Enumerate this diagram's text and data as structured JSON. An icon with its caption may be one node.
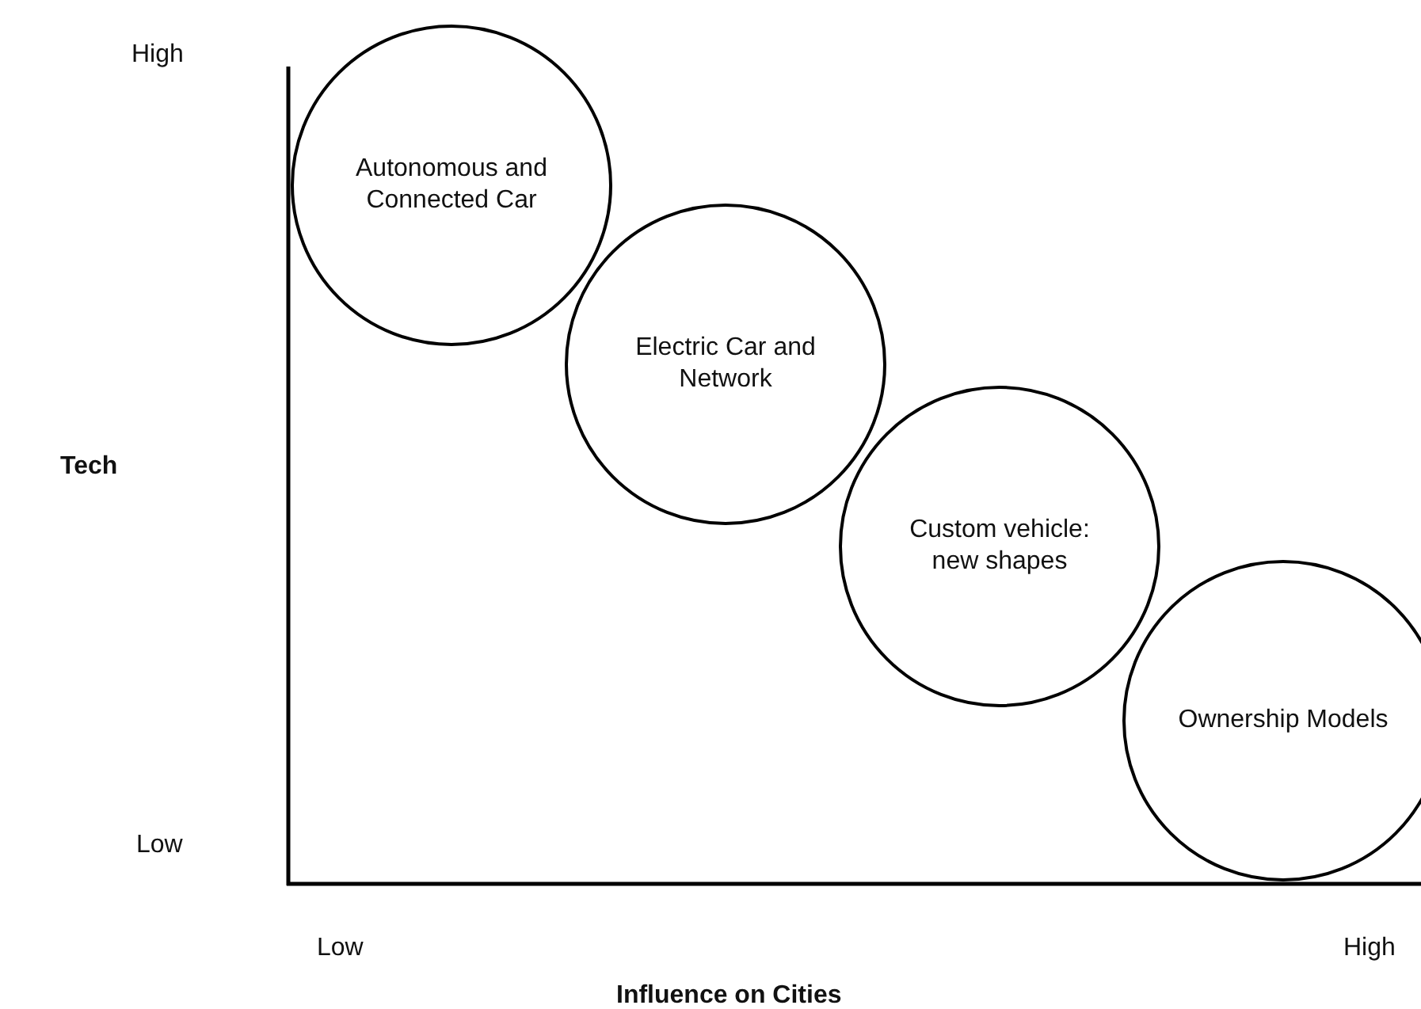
{
  "diagram": {
    "nodes": [
      {
        "text": [
          "Autonomous and Connected Car"
        ]
      },
      {
        "text": [
          "Electric Car and Network"
        ]
      },
      {
        "text": [
          "Custom vehicle: new shapes"
        ]
      },
      {
        "text": [
          "Ownership Models"
        ]
      }
    ],
    "labels": [
      "High",
      "Tech",
      "Low",
      "Low",
      "High",
      "Influence on Cities"
    ]
  }
}
